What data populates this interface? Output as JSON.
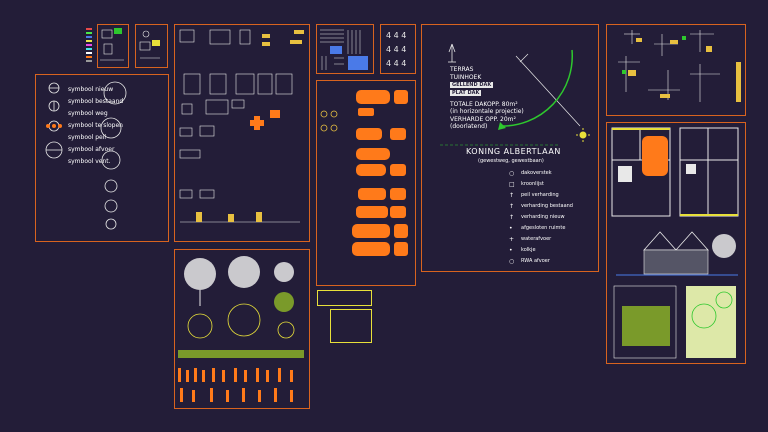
{
  "canvas": {
    "background": "#231d38",
    "frame_color": "#d8631f",
    "accent_orange": "#ff7a1a",
    "accent_green": "#2ec82e",
    "line_white": "#e8e8e8"
  },
  "panels": [
    {
      "name": "swatch-panel-a"
    },
    {
      "name": "swatch-panel-b"
    },
    {
      "name": "symbol-legend-panel"
    },
    {
      "name": "furniture-blocks-panel"
    },
    {
      "name": "hatch-patterns-panel"
    },
    {
      "name": "arrow-symbols-panel"
    },
    {
      "name": "vehicles-panel"
    },
    {
      "name": "trees-people-panel"
    },
    {
      "name": "site-plan-panel"
    },
    {
      "name": "details-panel"
    },
    {
      "name": "floorplan-panel"
    }
  ],
  "site_panel": {
    "info_lines": [
      "TERRAS",
      "TUINHOEK",
      "GELLEND DAK",
      "PLAT DAK"
    ],
    "area_line_1": "TOTALE DAKOPP. 80m²",
    "area_line_1b": "(in horizontale projectie)",
    "area_line_2": "VERHARDE OPP. 20m²",
    "area_line_2b": "(doorlatend)",
    "street_title": "KONING ALBERTLAAN",
    "street_subtitle": "(gewestweg, gewestbaan)",
    "legend": [
      {
        "icon": "circle-icon",
        "label": "dakoverstek"
      },
      {
        "icon": "square-icon",
        "label": "kroonlijst"
      },
      {
        "icon": "arrow-icon",
        "label": "peil verharding"
      },
      {
        "icon": "arrow-icon",
        "label": "verharding bestaand"
      },
      {
        "icon": "arrow-icon",
        "label": "verharding nieuw"
      },
      {
        "icon": "dot-icon",
        "label": "afgesloten ruimte"
      },
      {
        "icon": "plus-icon",
        "label": "waterafvoer"
      },
      {
        "icon": "dot-icon",
        "label": "kolkje"
      },
      {
        "icon": "circle-icon",
        "label": "RWA afvoer"
      }
    ]
  },
  "legend_panel": {
    "rows": [
      "symbool nieuw",
      "symbool bestaand",
      "symbool weg",
      "symbool te slopen",
      "symbool peil",
      "symbool afvoer",
      "symbool vent."
    ]
  }
}
